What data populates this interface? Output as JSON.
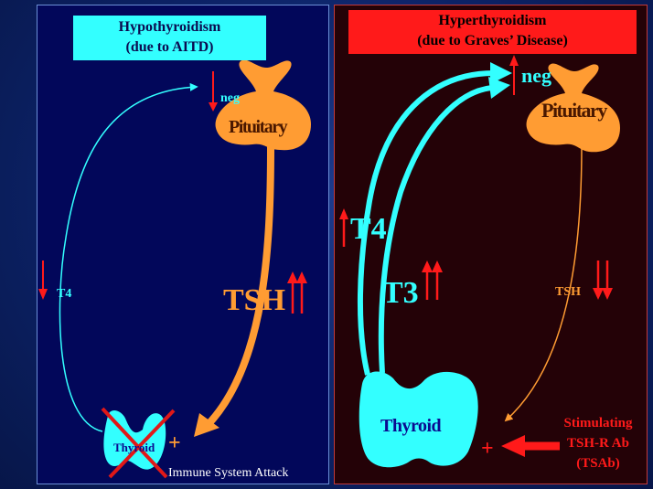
{
  "left": {
    "title_line1": "Hypothyroidism",
    "title_line2": "(due to AITD)",
    "neg": "neg",
    "pituitary": "Pituitary",
    "tsh": "TSH",
    "t4": "T4",
    "thyroid": "Thyroid",
    "plus": "+",
    "immune": "Immune System Attack"
  },
  "right": {
    "title_line1": "Hyperthyroidism",
    "title_line2": "(due to Graves’ Disease)",
    "neg": "neg",
    "pituitary": "Pituitary",
    "t4": "T4",
    "t3": "T3",
    "tsh": "TSH",
    "thyroid": "Thyroid",
    "plus": "+",
    "stim_line1": "Stimulating",
    "stim_line2": "TSH-R Ab",
    "stim_line3": "(TSAb)"
  },
  "colors": {
    "cyan": "#33ffff",
    "orange": "#ff9c33",
    "red": "#ff1a1a"
  }
}
